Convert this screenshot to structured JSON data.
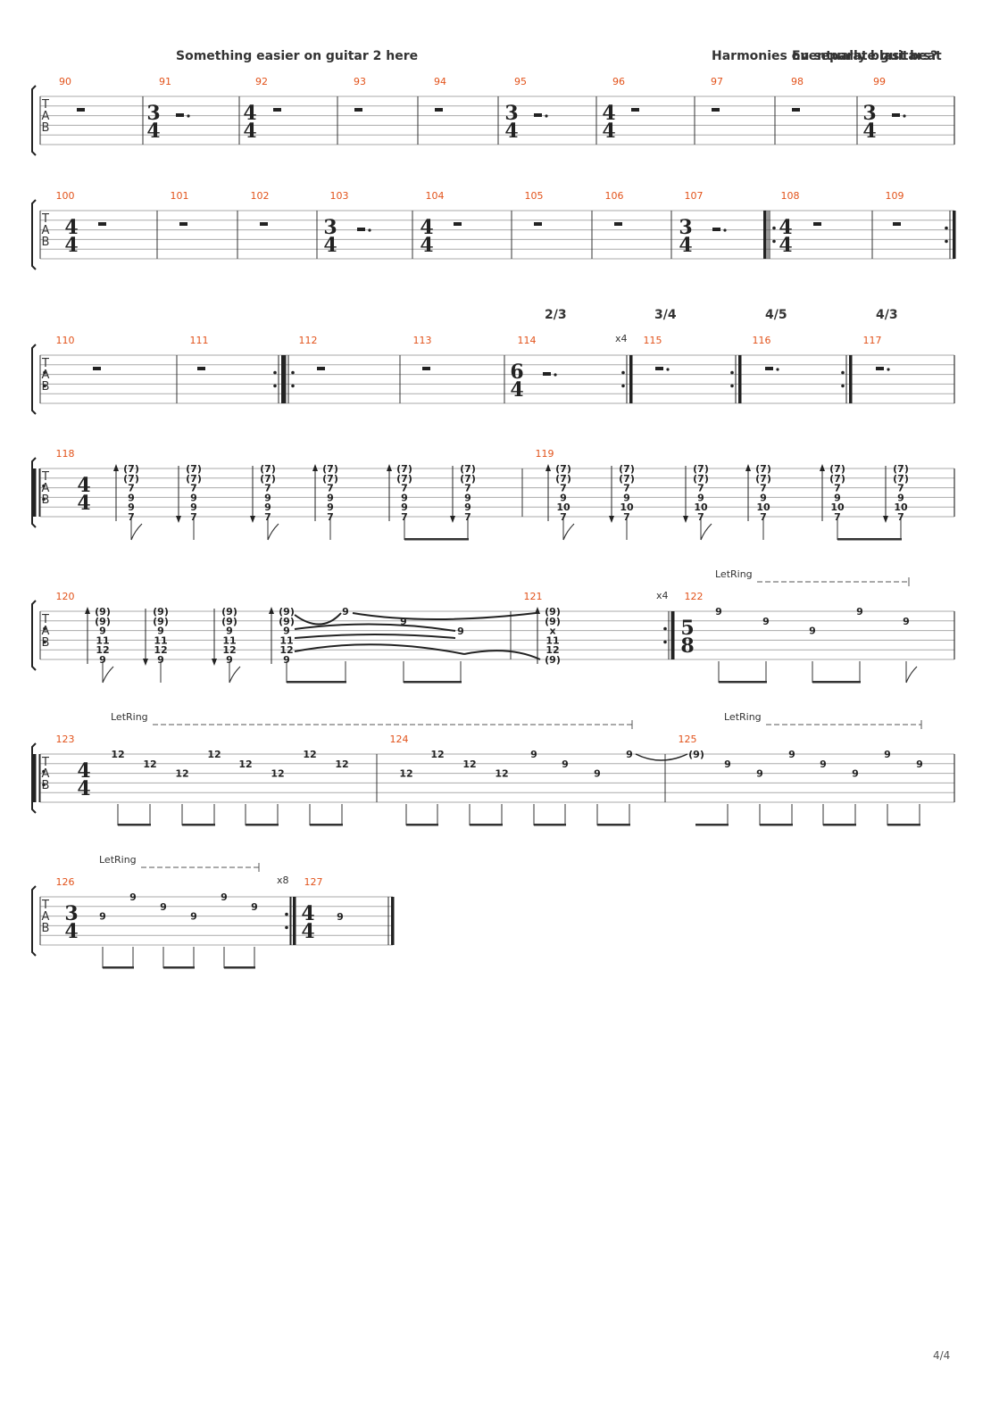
{
  "annotations": {
    "top_left": "Something easier on guitar 2 here",
    "top_right_1": "Harmonies on separate guitars?",
    "top_right_2": "Eventually blast beat"
  },
  "chord_labels": [
    "2/3",
    "3/4",
    "4/5",
    "4/3"
  ],
  "let_ring": "LetRing",
  "repeat_counts": {
    "x4a": "x4",
    "x4b": "x4",
    "x8": "x8"
  },
  "tab_letters": [
    "T",
    "A",
    "B"
  ],
  "time_signatures": {
    "three_four": [
      "3",
      "4"
    ],
    "four_four": [
      "4",
      "4"
    ],
    "six_four": [
      "6",
      "4"
    ],
    "five_eight": [
      "5",
      "8"
    ]
  },
  "measures": {
    "row1": [
      "90",
      "91",
      "92",
      "93",
      "94",
      "95",
      "96",
      "97",
      "98",
      "99"
    ],
    "row2": [
      "100",
      "101",
      "102",
      "103",
      "104",
      "105",
      "106",
      "107",
      "108",
      "109"
    ],
    "row3": [
      "110",
      "111",
      "112",
      "113",
      "114",
      "115",
      "116",
      "117"
    ],
    "row4": [
      "118",
      "119"
    ],
    "row5": [
      "120",
      "121",
      "122"
    ],
    "row6": [
      "123",
      "124",
      "125"
    ],
    "row7": [
      "126",
      "127"
    ]
  },
  "chord_a": [
    "(7)",
    "(7)",
    "7",
    "9",
    "9",
    "7"
  ],
  "chord_b": [
    "(7)",
    "(7)",
    "7",
    "9",
    "10",
    "7"
  ],
  "chord_c": [
    "(9)",
    "(9)",
    "9",
    "11",
    "12",
    "9"
  ],
  "chord_d": [
    "(9)",
    "(9)",
    "x",
    "11",
    "12",
    "(9)"
  ],
  "notes": {
    "n9": "9",
    "n12": "12",
    "n9p": "(9)",
    "n9b": "9"
  },
  "page_number": "4/4"
}
